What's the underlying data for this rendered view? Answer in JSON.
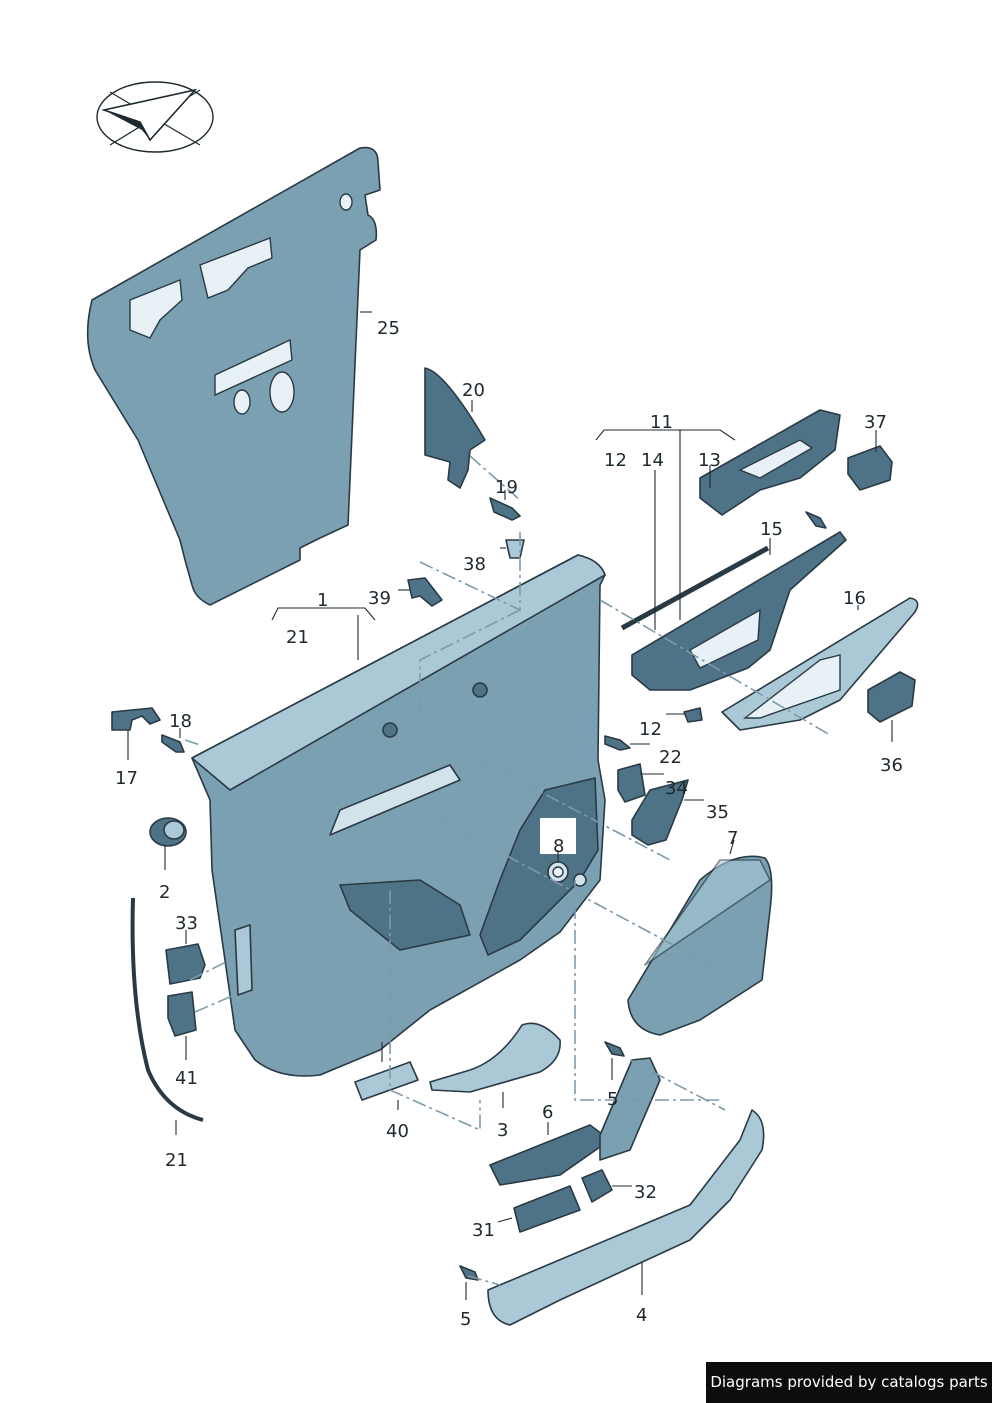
{
  "footer": {
    "text": "Diagrams provided by catalogs parts"
  },
  "labels": {
    "l1": "1",
    "l2": "2",
    "l3": "3",
    "l4": "4",
    "l5a": "5",
    "l5b": "5",
    "l6": "6",
    "l7": "7",
    "l8": "8",
    "l11": "11",
    "l12a": "12",
    "l12b": "12",
    "l13": "13",
    "l14": "14",
    "l15": "15",
    "l16": "16",
    "l17": "17",
    "l18": "18",
    "l19": "19",
    "l20": "20",
    "l21a": "21",
    "l21b": "21",
    "l22": "22",
    "l25": "25",
    "l31": "31",
    "l32": "32",
    "l33": "33",
    "l34": "34",
    "l35": "35",
    "l36": "36",
    "l37": "37",
    "l38": "38",
    "l39": "39",
    "l40": "40",
    "l41": "41"
  },
  "colors": {
    "panel_dark": "#4e7387",
    "panel_mid": "#7aa0b2",
    "panel_light": "#aac8d6",
    "guide_line": "#7d9aaa"
  },
  "icons": {
    "orientation": "paper-plane-orientation-icon"
  }
}
